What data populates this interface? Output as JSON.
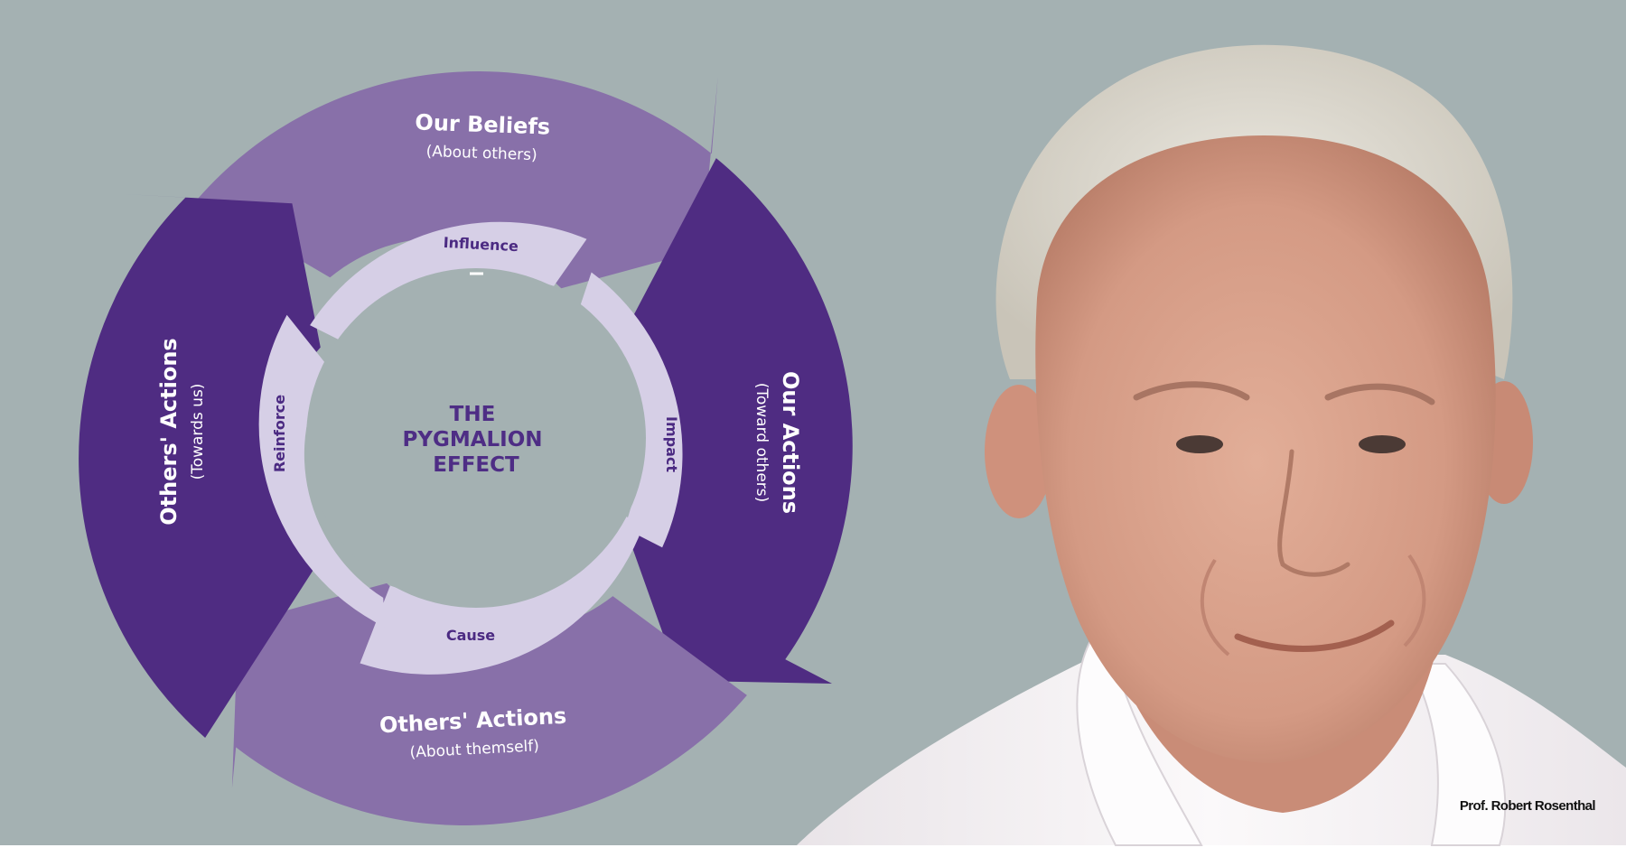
{
  "diagram": {
    "center_title": [
      "THE",
      "PYGMALION",
      "EFFECT"
    ],
    "segments": [
      {
        "id": "our-beliefs",
        "title": "Our Beliefs",
        "subtitle": "(About others)"
      },
      {
        "id": "our-actions",
        "title": "Our Actions",
        "subtitle": "(Toward others)"
      },
      {
        "id": "others-actions-self",
        "title": "Others' Actions",
        "subtitle": "(About themself)"
      },
      {
        "id": "others-actions-us",
        "title": "Others' Actions",
        "subtitle": "(Towards us)"
      }
    ],
    "links": [
      "Influence",
      "Impact",
      "Cause",
      "Reinforce"
    ]
  },
  "photo": {
    "caption": "Prof. Robert Rosenthal"
  },
  "colors": {
    "background": "#a4b1b2",
    "segment_light": "#8870a9",
    "segment_dark": "#4f2c82",
    "inner_ring": "#d6cfe6",
    "center": "#a4b1b2",
    "text_purple": "#4e2d85",
    "shirt": "#f6f3f4",
    "skin": "#d9a08c",
    "hair": "#dad6cc"
  }
}
